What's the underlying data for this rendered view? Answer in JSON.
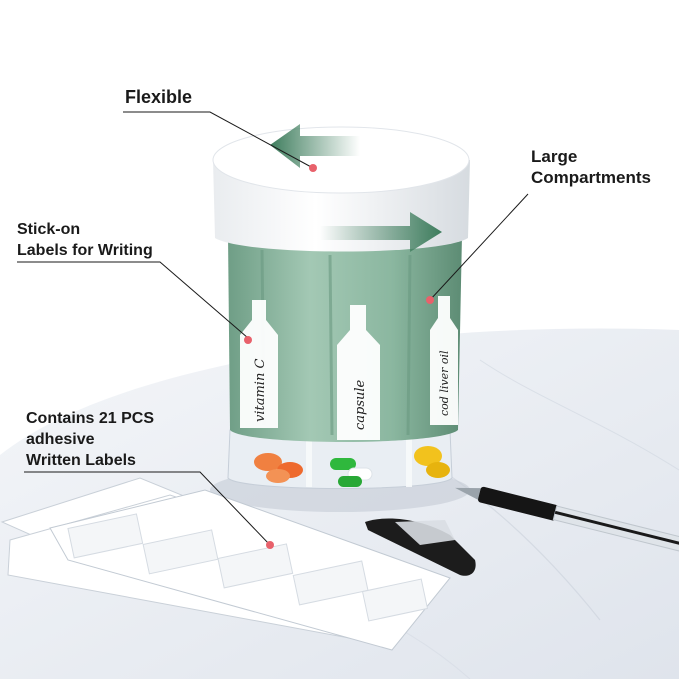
{
  "callouts": {
    "flexible": "Flexible",
    "large_1": "Large",
    "large_2": "Compartments",
    "stickon_1": "Stick-on",
    "stickon_2": "Labels for Writing",
    "contains_1": "Contains 21 PCS",
    "contains_2": "adhesive",
    "contains_3": "Written Labels"
  },
  "product_labels": {
    "label_1": "vitamin C",
    "label_2": "capsule",
    "label_3": "cod liver oil"
  },
  "colors": {
    "body_green": "#8fb9a3",
    "arrow_green": "#3e7d5d",
    "dot": "#e8616b",
    "marble": "#eef1f5"
  }
}
